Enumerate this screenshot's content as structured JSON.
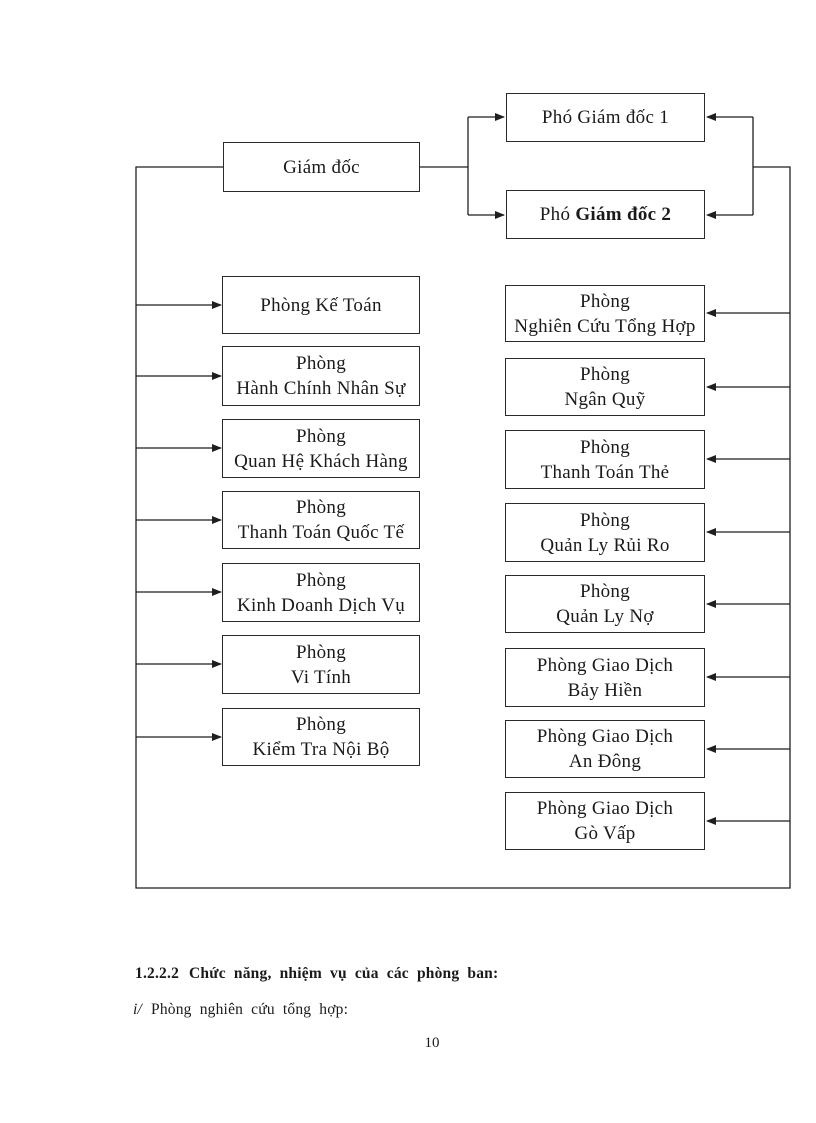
{
  "org_chart": {
    "director": "Giám đốc",
    "deputy1": "Phó Giám đốc 1",
    "deputy2_prefix": "Phó ",
    "deputy2_bold": "Giám đốc 2",
    "left_departments": [
      {
        "lines": [
          "Phòng Kế Toán"
        ]
      },
      {
        "lines": [
          "Phòng",
          "Hành Chính Nhân Sự"
        ]
      },
      {
        "lines": [
          "Phòng",
          "Quan Hệ Khách Hàng"
        ]
      },
      {
        "lines": [
          "Phòng",
          "Thanh Toán Quốc Tế"
        ]
      },
      {
        "lines": [
          "Phòng",
          "Kinh Doanh Dịch Vụ"
        ]
      },
      {
        "lines": [
          "Phòng",
          "Vi Tính"
        ]
      },
      {
        "lines": [
          "Phòng",
          "Kiểm Tra Nội Bộ"
        ]
      }
    ],
    "right_departments": [
      {
        "lines": [
          "Phòng",
          "Nghiên Cứu Tổng Hợp"
        ]
      },
      {
        "lines": [
          "Phòng",
          "Ngân Quỹ"
        ]
      },
      {
        "lines": [
          "Phòng",
          "Thanh Toán Thẻ"
        ]
      },
      {
        "lines": [
          "Phòng",
          "Quản Ly Rủi Ro"
        ]
      },
      {
        "lines": [
          "Phòng",
          "Quản Ly Nợ"
        ]
      },
      {
        "lines": [
          "Phòng Giao Dịch",
          "Bảy Hiền"
        ]
      },
      {
        "lines": [
          "Phòng Giao Dịch",
          "An Đông"
        ]
      },
      {
        "lines": [
          "Phòng Giao Dịch",
          "Gò Vấp"
        ]
      }
    ]
  },
  "footer": {
    "section_number": "1.2.2.2",
    "section_title": "Chức năng, nhiệm vụ của các phòng ban:",
    "item_marker": "i/",
    "item_text": "Phòng nghiên cứu tổng hợp:",
    "page_number": "10"
  },
  "colors": {
    "line": "#1f1f1f",
    "text": "#1a1a1a",
    "background": "#ffffff"
  }
}
